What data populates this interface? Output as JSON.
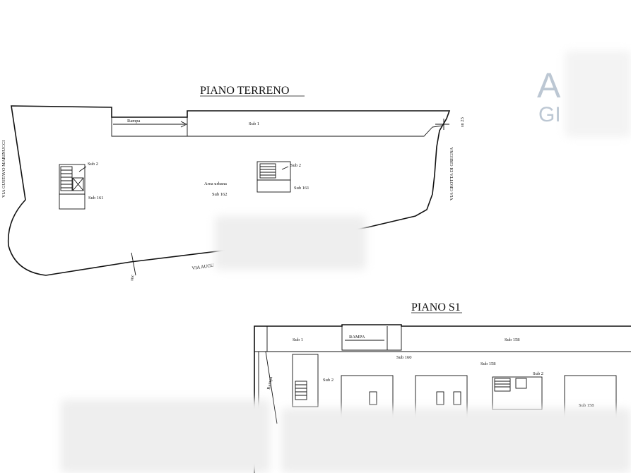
{
  "plans": {
    "ground": {
      "title": "PIANO TERRENO",
      "rampa": "Rampa",
      "sub1": "Sub 1",
      "sub2_left": "Sub 2",
      "sub2_right": "Sub 2",
      "sub161_left": "Sub 161",
      "sub161_right": "Sub 161",
      "area_urbana": "Area urbana",
      "sub162": "Sub 162",
      "via_right": "VIA GROTTA DI GREGNA",
      "via_left": "VIA GUSTAVO MARINUCCI",
      "via_bottom": "VIA AUGU",
      "via_right_num": "sn 23",
      "bottom_small": "snc"
    },
    "s1": {
      "title": "PIANO S1",
      "sub1": "Sub 1",
      "rampa": "RAMPA",
      "sub158_top": "Sub 158",
      "sub160": "Sub 160",
      "sub158_mid": "Sub 158",
      "sub2_left": "Sub 2",
      "sub2_right": "Sub 2",
      "sub158_right": "Sub 158",
      "rampa_side": "Rampa"
    }
  },
  "watermark": {
    "line1": "A",
    "line2": "GI"
  }
}
